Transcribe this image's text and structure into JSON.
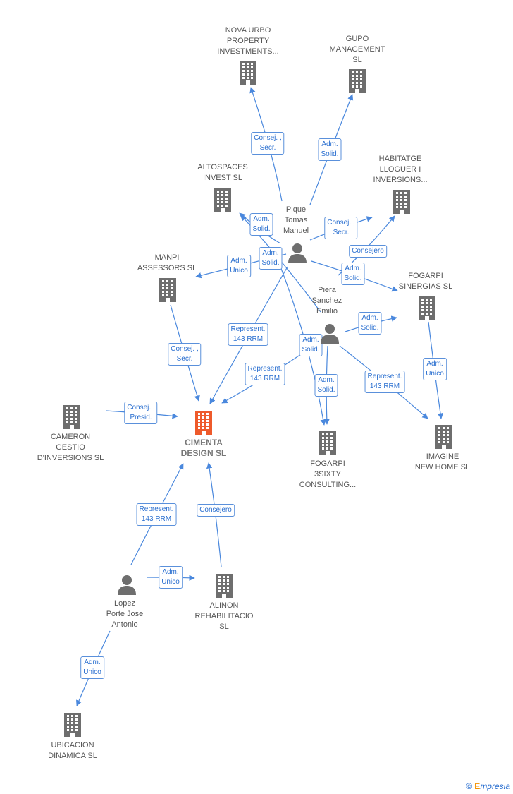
{
  "colors": {
    "edge": "#4a88dd",
    "building": "#6e6e6e",
    "focus": "#ee5a2b",
    "person": "#6e6e6e"
  },
  "nodes": [
    {
      "id": "nova",
      "type": "company",
      "label": "NOVA URBO\nPROPERTY\nINVESTMENTS...",
      "icon": "building-icon"
    },
    {
      "id": "gupo",
      "type": "company",
      "label": "GUPO\nMANAGEMENT\nSL",
      "icon": "building-icon"
    },
    {
      "id": "altospaces",
      "type": "company",
      "label": "ALTOSPACES\nINVEST  SL",
      "icon": "building-icon"
    },
    {
      "id": "habitatge",
      "type": "company",
      "label": "HABITATGE\nLLOGUER I\nINVERSIONS...",
      "icon": "building-icon"
    },
    {
      "id": "manpi",
      "type": "company",
      "label": "MANPI\nASSESSORS SL",
      "icon": "building-icon"
    },
    {
      "id": "pique",
      "type": "person",
      "label": "Pique\nTomas\nManuel",
      "icon": "person-icon"
    },
    {
      "id": "piera",
      "type": "person",
      "label": "Piera\nSanchez\nEmilio",
      "icon": "person-icon"
    },
    {
      "id": "fogarpi_sin",
      "type": "company",
      "label": "FOGARPI\nSINERGIAS  SL",
      "icon": "building-icon"
    },
    {
      "id": "cameron",
      "type": "company",
      "label": "CAMERON\nGESTIO\nD'INVERSIONS SL",
      "icon": "building-icon"
    },
    {
      "id": "cimenta",
      "type": "focus",
      "label": "CIMENTA\nDESIGN  SL",
      "icon": "building-icon"
    },
    {
      "id": "fogarpi3",
      "type": "company",
      "label": "FOGARPI\n3SIXTY\nCONSULTING...",
      "icon": "building-icon"
    },
    {
      "id": "imagine",
      "type": "company",
      "label": "IMAGINE\nNEW HOME  SL",
      "icon": "building-icon"
    },
    {
      "id": "lopez",
      "type": "person",
      "label": "Lopez\nPorte Jose\nAntonio",
      "icon": "person-icon"
    },
    {
      "id": "alinon",
      "type": "company",
      "label": "ALINON\nREHABILITACIO\nSL",
      "icon": "building-icon"
    },
    {
      "id": "ubicacion",
      "type": "company",
      "label": "UBICACION\nDINAMICA  SL",
      "icon": "building-icon"
    }
  ],
  "edges": [
    {
      "from": "pique",
      "to": "nova",
      "label": "Consej. ,\nSecr."
    },
    {
      "from": "pique",
      "to": "gupo",
      "label": "Adm.\nSolid."
    },
    {
      "from": "pique",
      "to": "altospaces",
      "label": "Adm.\nSolid."
    },
    {
      "from": "pique",
      "to": "habitatge",
      "label": "Consej. ,\nSecr."
    },
    {
      "from": "piera",
      "to": "habitatge",
      "label": "Consejero"
    },
    {
      "from": "pique",
      "to": "manpi",
      "label": "Adm.\nUnico"
    },
    {
      "from": "piera",
      "to": "altospaces",
      "label": "Adm.\nSolid."
    },
    {
      "from": "pique",
      "to": "fogarpi_sin",
      "label": "Adm.\nSolid."
    },
    {
      "from": "piera",
      "to": "fogarpi_sin",
      "label": "Adm.\nSolid."
    },
    {
      "from": "manpi",
      "to": "cimenta",
      "label": "Consej. ,\nSecr."
    },
    {
      "from": "cameron",
      "to": "cimenta",
      "label": "Consej. ,\nPresid."
    },
    {
      "from": "pique",
      "to": "cimenta",
      "label": "Represent.\n143 RRM"
    },
    {
      "from": "piera",
      "to": "cimenta",
      "label": "Represent.\n143 RRM"
    },
    {
      "from": "pique",
      "to": "fogarpi3",
      "label": "Adm.\nSolid."
    },
    {
      "from": "piera",
      "to": "fogarpi3",
      "label": "Adm.\nSolid."
    },
    {
      "from": "fogarpi_sin",
      "to": "imagine",
      "label": "Adm.\nUnico"
    },
    {
      "from": "piera",
      "to": "imagine",
      "label": "Represent.\n143 RRM"
    },
    {
      "from": "lopez",
      "to": "cimenta",
      "label": "Represent.\n143 RRM"
    },
    {
      "from": "alinon",
      "to": "cimenta",
      "label": "Consejero"
    },
    {
      "from": "lopez",
      "to": "alinon",
      "label": "Adm.\nUnico"
    },
    {
      "from": "lopez",
      "to": "ubicacion",
      "label": "Adm.\nUnico"
    }
  ],
  "brand": {
    "symbol": "©",
    "name": "mpresia",
    "initial": "E"
  }
}
